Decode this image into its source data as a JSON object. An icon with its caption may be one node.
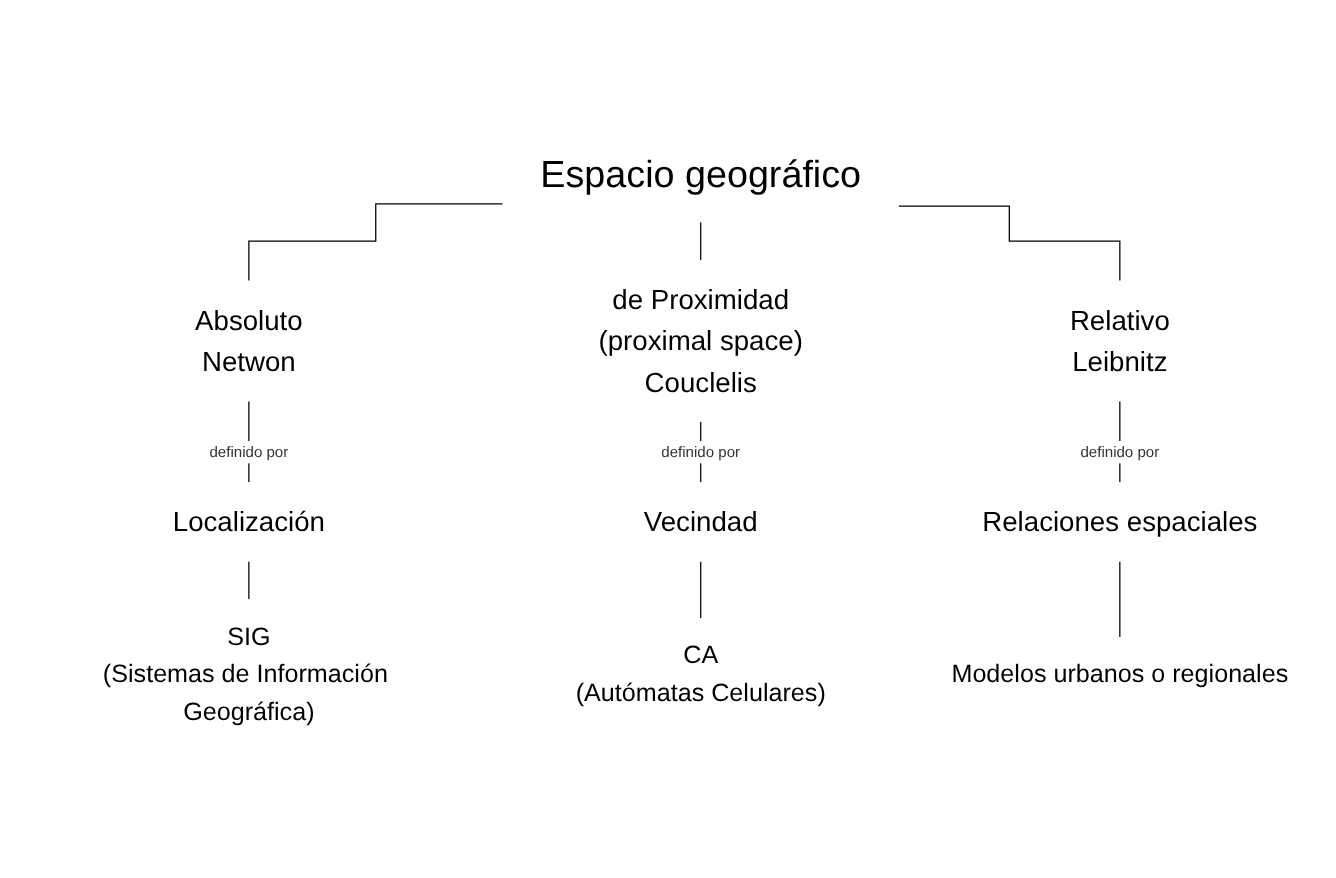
{
  "diagram": {
    "nodes": [
      {
        "text": [
          "Espacio geográfico"
        ]
      },
      {
        "text": [
          "Absoluto",
          "Netwon"
        ]
      },
      {
        "text": [
          "de Proximidad",
          "(proximal space)",
          "Couclelis"
        ]
      },
      {
        "text": [
          "Relativo",
          "Leibnitz"
        ]
      },
      {
        "text": [
          "Localización"
        ]
      },
      {
        "text": [
          "Vecindad"
        ]
      },
      {
        "text": [
          "Relaciones espaciales"
        ]
      },
      {
        "text": [
          "SIG",
          "(Sistemas de Información Geográfica)"
        ]
      },
      {
        "text": [
          "CA",
          "(Autómatas Celulares)"
        ]
      },
      {
        "text": [
          "Modelos urbanos o regionales"
        ]
      }
    ],
    "edges": [
      {
        "from": 0,
        "to": 1,
        "arrow": "none"
      },
      {
        "from": 0,
        "to": 2,
        "arrow": "none"
      },
      {
        "from": 0,
        "to": 3,
        "arrow": "none"
      },
      {
        "from": 1,
        "to": 4,
        "arrow": "none",
        "label": "definido por"
      },
      {
        "from": 2,
        "to": 5,
        "arrow": "none",
        "label": "definido por"
      },
      {
        "from": 3,
        "to": 6,
        "arrow": "none",
        "label": "definido por"
      },
      {
        "from": 4,
        "to": 7,
        "arrow": "none"
      },
      {
        "from": 5,
        "to": 8,
        "arrow": "none"
      },
      {
        "from": 6,
        "to": 9,
        "arrow": "none"
      }
    ]
  }
}
